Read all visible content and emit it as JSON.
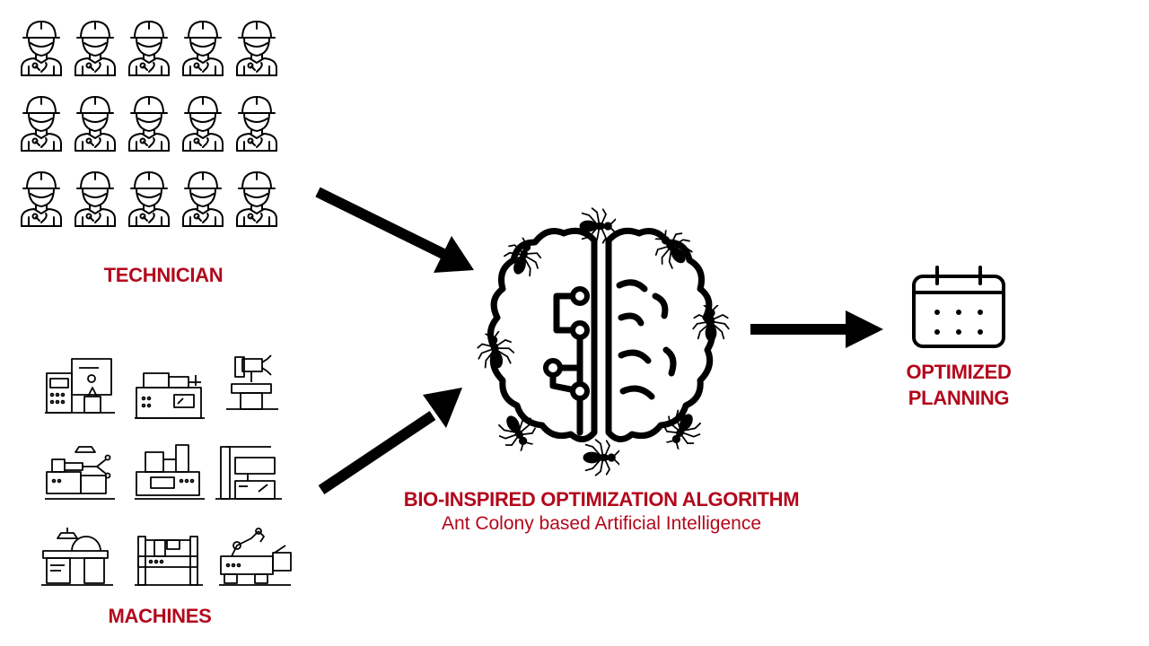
{
  "technician_label": "TECHNICIAN",
  "machines_label": "MACHINES",
  "algorithm": {
    "title": "BIO-INSPIRED OPTIMIZATION ALGORITHM",
    "subtitle": "Ant Colony based Artificial Intelligence"
  },
  "output": {
    "line1": "OPTIMIZED",
    "line2": "PLANNING"
  },
  "technician_count": 15,
  "machine_count": 9,
  "colors": {
    "accent": "#b3081c",
    "ink": "#000000"
  },
  "icons": {
    "technician": "technician-icon",
    "machine": "industrial-machine-icon",
    "brain": "brain-circuit-icon",
    "ant": "ant-icon",
    "calendar": "calendar-icon",
    "arrow": "arrow-icon"
  }
}
